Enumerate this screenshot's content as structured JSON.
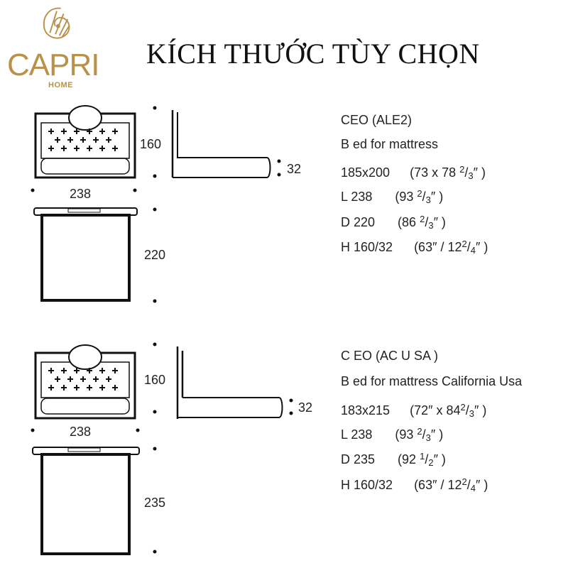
{
  "brand": {
    "name": "CAPRI",
    "sub": "HOME"
  },
  "title": "KÍCH THƯỚC TÙY CHỌN",
  "beds": [
    {
      "dims": {
        "height": "160",
        "low": "32",
        "length": "238",
        "depth": "220"
      },
      "specs": {
        "model": "CEO (ALE2)",
        "desc": "B ed for mattress",
        "size": {
          "base": "185x200",
          "pre": "(73 x 78 ",
          "num": "2",
          "den": "3",
          "post": "″ )"
        },
        "length": {
          "base": "L  238",
          "pre": "(93 ",
          "num": "2",
          "den": "3",
          "post": "″ )"
        },
        "depth": {
          "base": "D 220",
          "pre": "(86 ",
          "num": "2",
          "den": "3",
          "post": "″ )"
        },
        "height": {
          "base": "H 160/32",
          "pre": "(63″  / 12",
          "num": "2",
          "den": "4",
          "post": "″ )"
        }
      }
    },
    {
      "dims": {
        "height": "160",
        "low": "32",
        "length": "238",
        "depth": "235"
      },
      "specs": {
        "model": "C EO  (AC  U SA )",
        "desc": "B ed for mattress California Usa",
        "size": {
          "base": "183x215",
          "pre": "(72″  x 84",
          "num": "2",
          "den": "3",
          "post": "″ )"
        },
        "length": {
          "base": "L  238",
          "pre": "(93 ",
          "num": "2",
          "den": "3",
          "post": "″ )"
        },
        "depth": {
          "base": "D  235",
          "pre": "(92 ",
          "num": "1",
          "den": "2",
          "post": "″ )"
        },
        "height": {
          "base": "H 160/32",
          "pre": "(63″  / 12",
          "num": "2",
          "den": "4",
          "post": "″ )"
        }
      }
    }
  ],
  "colors": {
    "gold": "#b8924a",
    "line": "#111111"
  }
}
